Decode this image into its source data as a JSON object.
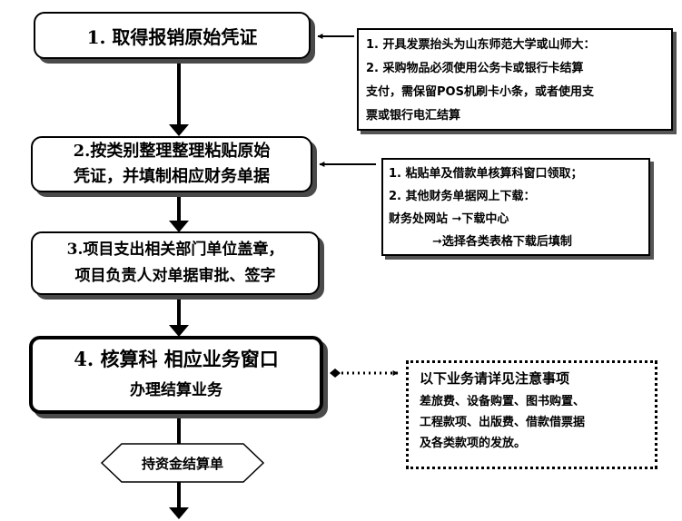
{
  "steps": [
    {
      "line1": "1.  取得报销原始凭证"
    },
    {
      "line1": "2.按类别整理整理粘贴原始",
      "line2": "凭证，并填制相应财务单据"
    },
    {
      "line1": "3.项目支出相关部门单位盖章，",
      "line2": "项目负责人对单据审批、签字"
    },
    {
      "line1": "4. 核算科  相应业务窗口",
      "line2": "办理结算业务"
    }
  ],
  "notes": {
    "invoice": {
      "line1": "1. 开具发票抬头为山东师范大学或山师大：",
      "line2": "2. 采购物品必须使用公务卡或银行卡结算",
      "line3": "支付，需保留POS机刷卡小条，或者使用支",
      "line4": "票或银行电汇结算"
    },
    "forms": {
      "line1": "1. 粘贴单及借款单核算科窗口领取；",
      "line2": "2. 其他财务单据网上下载：",
      "line3": "财务处网站  ➞下载中心",
      "line4": "➞选择各类表格下载后填制"
    },
    "business": {
      "heading": "以下业务请详见注意事项",
      "line1": "差旅费、设备购置、图书购置、",
      "line2": "工程款项、出版费、借款借票据",
      "line3": "及各类款项的发放。"
    }
  },
  "decision": {
    "label": "持资金结算单"
  }
}
